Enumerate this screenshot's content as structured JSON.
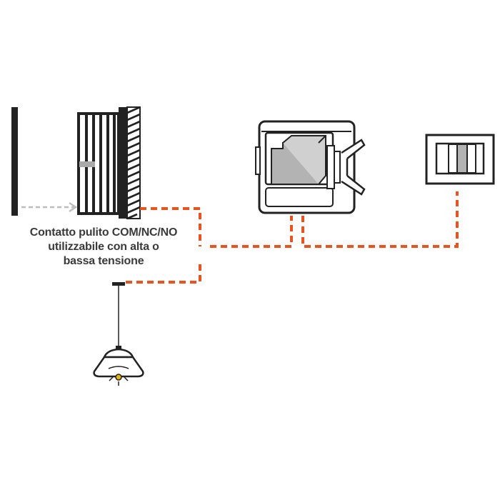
{
  "caption": {
    "lines": [
      "Contatto pulito COM/NC/NO",
      "utilizzabile con alta o",
      "bassa tensione"
    ]
  },
  "colors": {
    "wire": "#e8531f",
    "outline": "#222222",
    "device_grey": "#b3b3b3",
    "arrow_grey": "#bdbdbd"
  },
  "icons": [
    "gate-icon",
    "relay-module-icon",
    "wall-switch-icon",
    "pendant-lamp-icon"
  ]
}
